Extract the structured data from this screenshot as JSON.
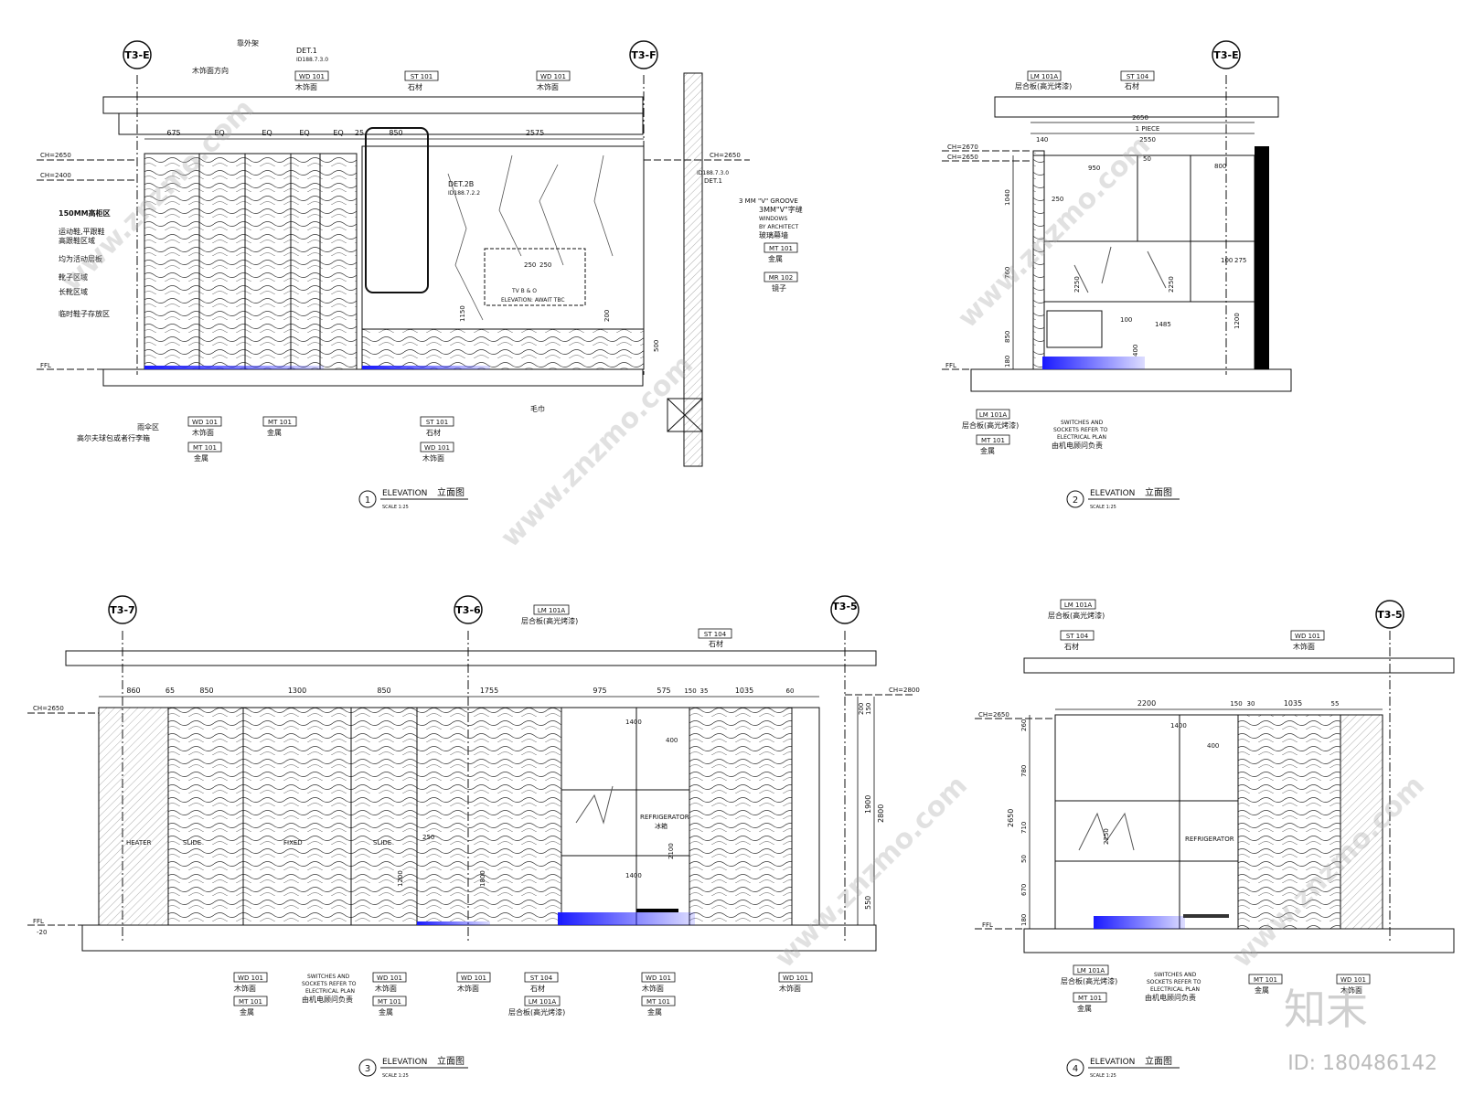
{
  "grid_tags": {
    "e1_left": "T3-E",
    "e1_right": "T3-F",
    "e2_right": "T3-E",
    "e3_a": "T3-7",
    "e3_b": "T3-6",
    "e3_c": "T3-5",
    "e4_right": "T3-5"
  },
  "elevation_1": {
    "number": "1",
    "title": "ELEVATION",
    "title_cn": "立面图",
    "scale": "SCALE   1:25",
    "note_top_a": "靠外架",
    "note_top_b": "木饰面方向",
    "det1": "DET.1",
    "det1_ref": "ID188.7.3.0",
    "det2b": "DET.2B",
    "det2b_ref": "ID188.7.2.2",
    "det1b": "DET.1",
    "det1b_ref": "ID188.7.3.0",
    "ch1": "CH=2650",
    "ch2": "CH=2400",
    "ch3": "CH=2650",
    "ffl": "FFL",
    "dims_top": [
      "675",
      "EQ",
      "EQ",
      "EQ",
      "EQ",
      "25",
      "850",
      "2575"
    ],
    "left_notes": [
      "150MM高柜区",
      "运动鞋,平跟鞋",
      "高跟鞋区域",
      "均为活动层板",
      "靴子区域",
      "长靴区域",
      "临时鞋子存放区"
    ],
    "tag_wd101": "WD 101",
    "tag_st101": "ST 101",
    "tag_mt101": "MT 101",
    "tag_mr102": "MR 102",
    "lbl_wood": "木饰面",
    "lbl_stone": "石材",
    "lbl_metal": "金属",
    "lbl_mirror": "镜子",
    "lbl_glass": "玻璃幕墙",
    "lbl_umbrella": "雨伞区",
    "lbl_golf": "高尔夫球包或者行李箱",
    "lbl_towel": "毛巾",
    "lbl_groove1": "3 MM \"V\" GROOVE",
    "lbl_groove2": "3MM\"V\"字缝",
    "lbl_windows": "WINDOWS",
    "lbl_architect": "BY ARCHITECT",
    "tv_note1": "TV B & O",
    "tv_note2": "ELEVATION: AWAIT TBC",
    "d_250a": "250",
    "d_250b": "250",
    "d_1150": "1150",
    "d_200": "200",
    "d_500": "500"
  },
  "elevation_2": {
    "number": "2",
    "title": "ELEVATION",
    "title_cn": "立面图",
    "scale": "SCALE   1:25",
    "tag_lm101a": "LM 101A",
    "tag_st104": "ST 104",
    "tag_mt101": "MT 101",
    "lbl_laminate": "层合板(高光烤漆)",
    "lbl_stone": "石材",
    "lbl_metal": "金属",
    "ch1": "CH=2670",
    "ch2": "CH=2650",
    "ffl": "FFL",
    "dims_top": [
      "2650",
      "1 PIECE",
      "140",
      "2550"
    ],
    "dims_inner": [
      "950",
      "50",
      "800",
      "250",
      "100",
      "275",
      "1485",
      "400",
      "100",
      "2250",
      "2250"
    ],
    "dims_left": [
      "1040",
      "760",
      "850",
      "180"
    ],
    "dim_right": "1200",
    "sw1": "SWITCHES AND",
    "sw2": "SOCKETS REFER TO",
    "sw3": "ELECTRICAL PLAN",
    "sw4": "由机电顾问负责"
  },
  "elevation_3": {
    "number": "3",
    "title": "ELEVATION",
    "title_cn": "立面图",
    "scale": "SCALE   1:25",
    "dims_top": [
      "860",
      "65",
      "850",
      "1300",
      "850",
      "1755",
      "975",
      "575",
      "150",
      "35",
      "1035",
      "60"
    ],
    "dims_right": [
      "200",
      "150",
      "1900",
      "550",
      "2800"
    ],
    "ch1": "CH=2800",
    "ch2": "CH=2650",
    "ffl": "FFL",
    "ffl_val": "-20",
    "lbl_heater": "HEATER",
    "lbl_slide1": "SLIDE",
    "lbl_fixed": "FIXED",
    "lbl_slide2": "SLIDE",
    "lbl_ref1": "REFRIGERATOR",
    "lbl_ref2": "冰箱",
    "d_1400a": "1400",
    "d_400": "400",
    "d_2100": "2100",
    "d_1400b": "1400",
    "d_1200": "1200",
    "d_1800": "1800",
    "d_250": "250",
    "tag_lm101a": "LM 101A",
    "tag_st104": "ST 104",
    "tag_wd101": "WD 101",
    "tag_mt101": "MT 101",
    "lbl_laminate": "层合板(高光烤漆)",
    "lbl_stone": "石材",
    "lbl_wood": "木饰面",
    "lbl_metal": "金属",
    "sw1": "SWITCHES AND",
    "sw2": "SOCKETS REFER TO",
    "sw3": "ELECTRICAL PLAN",
    "sw4": "由机电顾问负责"
  },
  "elevation_4": {
    "number": "4",
    "title": "ELEVATION",
    "title_cn": "立面图",
    "scale": "SCALE   1:25",
    "ch1": "CH=2650",
    "ffl": "FFL",
    "dims_top": [
      "2200",
      "150",
      "30",
      "1035",
      "55"
    ],
    "d_1400": "1400",
    "d_400": "400",
    "d_2250": "2250",
    "dims_left": [
      "260",
      "780",
      "2650",
      "710",
      "50",
      "670",
      "180"
    ],
    "lbl_ref": "REFRIGERATOR",
    "tag_lm101a": "LM 101A",
    "tag_st104": "ST 104",
    "tag_wd101": "WD 101",
    "tag_mt101": "MT 101",
    "lbl_laminate": "层合板(高光烤漆)",
    "lbl_stone": "石材",
    "lbl_wood": "木饰面",
    "lbl_metal": "金属",
    "sw1": "SWITCHES AND",
    "sw2": "SOCKETS REFER TO",
    "sw3": "ELECTRICAL PLAN",
    "sw4": "由机电顾问负责"
  },
  "watermark": {
    "url": "www.znzmo.com",
    "logo": "知末",
    "id_text": "ID: 180486142"
  },
  "colors": {
    "line": "#111111",
    "accent_blue": "#1a1aff",
    "wall_dark": "#000000"
  }
}
